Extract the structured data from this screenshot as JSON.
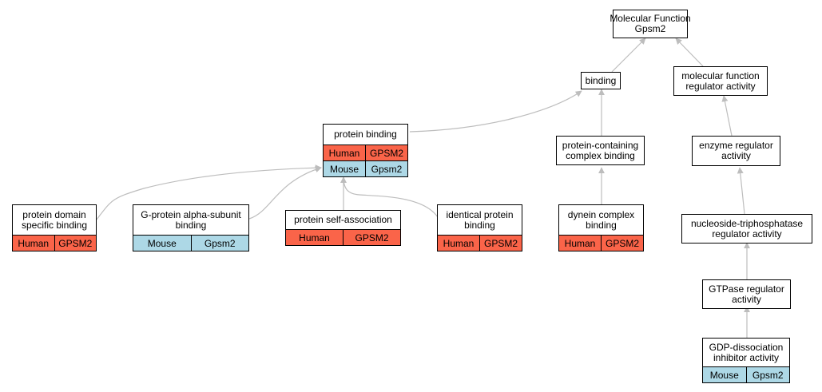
{
  "colors": {
    "human": "#fa6449",
    "mouse": "#add8e6",
    "edge": "#bdbdbd",
    "border": "#000000"
  },
  "nodes": {
    "mf": {
      "lines": [
        "Molecular Function",
        "Gpsm2"
      ]
    },
    "binding": {
      "lines": [
        "binding"
      ]
    },
    "mfra": {
      "lines": [
        "molecular function",
        "regulator activity"
      ]
    },
    "pb": {
      "lines": [
        "protein binding"
      ],
      "rows": [
        {
          "species": "Human",
          "gene": "GPSM2",
          "color": "human"
        },
        {
          "species": "Mouse",
          "gene": "Gpsm2",
          "color": "mouse"
        }
      ]
    },
    "pcb": {
      "lines": [
        "protein-containing",
        "complex binding"
      ]
    },
    "era": {
      "lines": [
        "enzyme regulator",
        "activity"
      ]
    },
    "pdsb": {
      "lines": [
        "protein domain",
        "specific binding"
      ],
      "rows": [
        {
          "species": "Human",
          "gene": "GPSM2",
          "color": "human"
        }
      ]
    },
    "gpasb": {
      "lines": [
        "G-protein alpha-subunit",
        "binding"
      ],
      "rows": [
        {
          "species": "Mouse",
          "gene": "Gpsm2",
          "color": "mouse"
        }
      ]
    },
    "psa": {
      "lines": [
        "protein self-association"
      ],
      "rows": [
        {
          "species": "Human",
          "gene": "GPSM2",
          "color": "human"
        }
      ]
    },
    "ipb": {
      "lines": [
        "identical protein",
        "binding"
      ],
      "rows": [
        {
          "species": "Human",
          "gene": "GPSM2",
          "color": "human"
        }
      ]
    },
    "dcb": {
      "lines": [
        "dynein complex",
        "binding"
      ],
      "rows": [
        {
          "species": "Human",
          "gene": "GPSM2",
          "color": "human"
        }
      ]
    },
    "ntpra": {
      "lines": [
        "nucleoside-triphosphatase",
        "regulator activity"
      ]
    },
    "gtpra": {
      "lines": [
        "GTPase regulator",
        "activity"
      ]
    },
    "gdpdia": {
      "lines": [
        "GDP-dissociation",
        "inhibitor activity"
      ],
      "rows": [
        {
          "species": "Mouse",
          "gene": "Gpsm2",
          "color": "mouse"
        }
      ]
    }
  }
}
